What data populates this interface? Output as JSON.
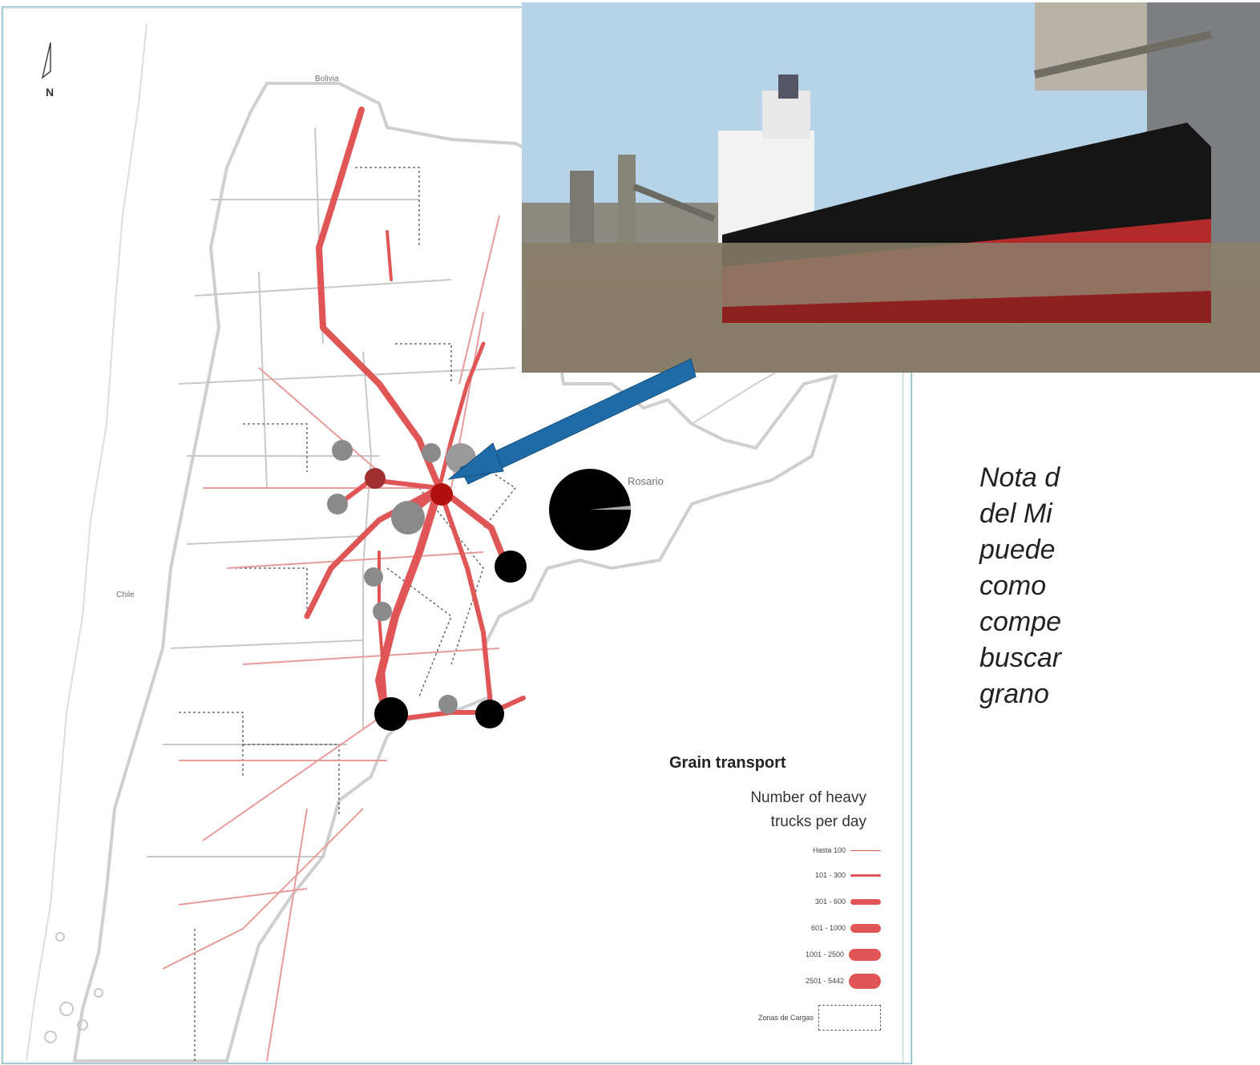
{
  "map": {
    "north_label": "N",
    "labels": {
      "bolivia": "Bolivia",
      "chile": "Chile",
      "rosario": "Rosario"
    }
  },
  "legend": {
    "title": "Grain transport",
    "subtitle_line1": "Number of heavy",
    "subtitle_line2": "trucks per day",
    "classes": [
      {
        "label": "Hasta 100"
      },
      {
        "label": "101 - 300"
      },
      {
        "label": "301 - 600"
      },
      {
        "label": "601 - 1000"
      },
      {
        "label": "1001 - 2500"
      },
      {
        "label": "2501 - 5442"
      }
    ],
    "zones_label": "Zonas de Cargas"
  },
  "caption": {
    "lines": [
      "Nota d",
      "del Mi",
      "puede",
      "como",
      "compe",
      "buscar",
      "grano"
    ]
  },
  "colors": {
    "route": "#e05555",
    "route_thin": "#e8a0a0",
    "arrow": "#1f6ba8",
    "node_dark": "#000000",
    "node_gray": "#8a8a8a",
    "node_red": "#b01010"
  }
}
